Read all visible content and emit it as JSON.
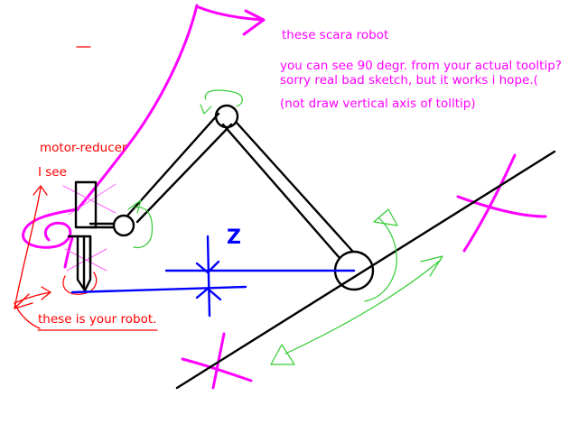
{
  "annotations": {
    "scara_title": "these scara robot",
    "explain_line1": "you can see 90 degr. from your actual tooltip?",
    "explain_line2": "sorry real bad sketch, but it works i hope.(",
    "explain_line3": "(not draw vertical axis of tolltip)",
    "motor_reducer": "motor-reducer",
    "i_see": "I see",
    "your_robot": "these is your robot.",
    "z_axis": "Z"
  },
  "colors": {
    "magenta": "#ff00ff",
    "red": "#ff0000",
    "blue": "#0000ff",
    "green": "#00cc00",
    "black": "#000000"
  },
  "icons": {
    "robot_arm": "scara-arm-sketch",
    "rotation_arrows": "curved-arrow-sketch",
    "cross_marks": "x-mark-sketch"
  }
}
